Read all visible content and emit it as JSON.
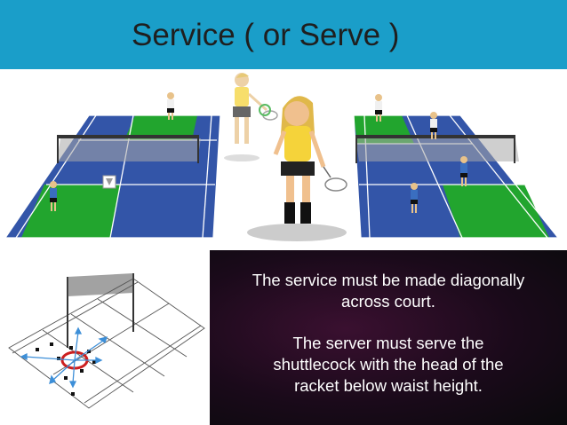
{
  "slide": {
    "title": "Service ( or Serve )",
    "paragraphs": [
      [
        "The service must be made diagonally",
        "across court."
      ],
      [
        "The server must serve the",
        "shuttlecock with the head of the",
        "racket below waist height."
      ]
    ]
  },
  "colors": {
    "title_bar": "#1a9ec9",
    "court_blue": "#3355a8",
    "service_box_green": "#22a52e",
    "player_top_yellow": "#f5d33a",
    "text_panel_dark": "#1a0a1a"
  }
}
